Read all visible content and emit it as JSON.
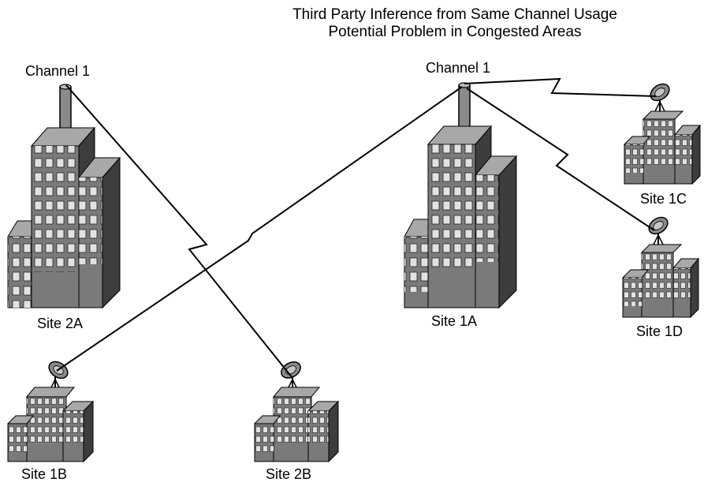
{
  "title": {
    "line1": "Third Party Inference from Same Channel Usage",
    "line2": "Potential Problem in Congested Areas"
  },
  "channel_labels": {
    "left": "Channel 1",
    "right": "Channel 1"
  },
  "sites": {
    "site_2a": "Site 2A",
    "site_1a": "Site 1A",
    "site_1b": "Site 1B",
    "site_2b": "Site 2B",
    "site_1c": "Site 1C",
    "site_1d": "Site 1D"
  },
  "colors": {
    "building_front": "#7a7a7a",
    "building_side": "#3d3d3d",
    "building_top": "#a8a8a8",
    "window": "#e2e2e2",
    "line": "#000000"
  }
}
